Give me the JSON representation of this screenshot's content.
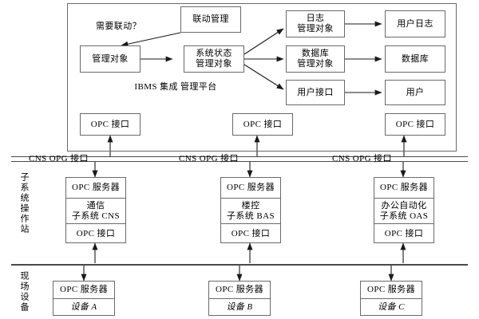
{
  "diagram": {
    "title_label": "IBMS 集成\n管理平台",
    "platform": {
      "name_line1": "IBMS 集成",
      "name_line2": "管理平台",
      "nodes": {
        "linkage_mgmt": "联动管理",
        "managed_object": "管理对象",
        "sys_state_obj_l1": "系统状态",
        "sys_state_obj_l2": "管理对象",
        "log_obj_l1": "日志",
        "log_obj_l2": "管理对象",
        "db_obj_l1": "数据库",
        "db_obj_l2": "管理对象",
        "user_if": "用户接口",
        "user_log": "用户日志",
        "database": "数据库",
        "user": "用户"
      },
      "decision_label": "需要联动？",
      "opc_interface": "OPC 接口"
    },
    "bus": {
      "label_left": "CNS  OPG 接口",
      "label_mid": "CNS  OPG 接口",
      "label_right": "CNS  OPG 接口"
    },
    "band_labels": {
      "subsystem_station": "子系统操作站",
      "field_devices": "现场设备"
    },
    "subsystems": [
      {
        "opc_server": "OPC 服务器",
        "name_line1": "通信",
        "name_line2": "子系统 CNS",
        "opc_interface": "OPC 接口"
      },
      {
        "opc_server": "OPC 服务器",
        "name_line1": "楼控",
        "name_line2": "子系统 BAS",
        "opc_interface": "OPC 接口"
      },
      {
        "opc_server": "OPC 服务器",
        "name_line1": "办公自动化",
        "name_line2": "子系统 OAS",
        "opc_interface": "OPC 接口"
      }
    ],
    "devices": [
      {
        "opc_server": "OPC 服务器",
        "name": "设备 A"
      },
      {
        "opc_server": "OPC 服务器",
        "name": "设备 B"
      },
      {
        "opc_server": "OPC 服务器",
        "name": "设备 C"
      }
    ],
    "colors": {
      "stroke": "#6a6a6a",
      "arrow": "#1a1a1a",
      "background": "#ffffff"
    }
  }
}
